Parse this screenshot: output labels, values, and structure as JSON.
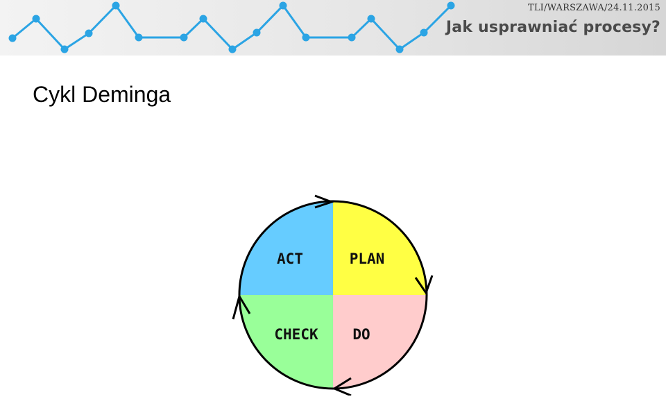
{
  "header": {
    "event": "TLI/WARSZAWA/24.11.2015",
    "title": "Jak usprawniać procesy?",
    "line_color": "#2ba4e4"
  },
  "slide": {
    "title": "Cykl Deminga"
  },
  "cycle": {
    "quadrants": [
      {
        "key": "act",
        "label": "ACT",
        "color": "#66ccff"
      },
      {
        "key": "plan",
        "label": "PLAN",
        "color": "#ffff44"
      },
      {
        "key": "check",
        "label": "CHECK",
        "color": "#99ff99"
      },
      {
        "key": "do",
        "label": "DO",
        "color": "#ffcccc"
      }
    ],
    "arrow_direction": "clockwise"
  }
}
